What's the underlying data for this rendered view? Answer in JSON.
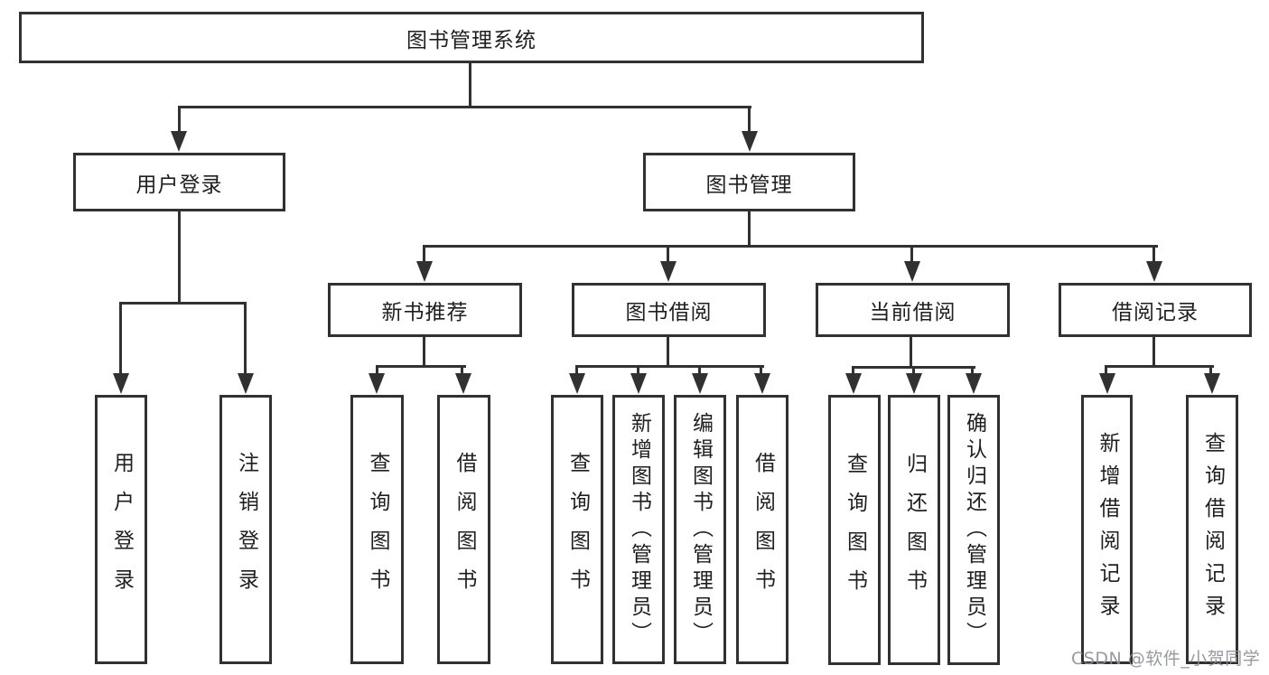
{
  "diagram": {
    "root": {
      "label": "图书管理系统"
    },
    "level1": [
      {
        "label": "用户登录"
      },
      {
        "label": "图书管理"
      }
    ],
    "level2": [
      {
        "parent": "图书管理",
        "label": "新书推荐"
      },
      {
        "parent": "图书管理",
        "label": "图书借阅"
      },
      {
        "parent": "图书管理",
        "label": "当前借阅"
      },
      {
        "parent": "图书管理",
        "label": "借阅记录"
      }
    ],
    "leaves": [
      {
        "parent": "用户登录",
        "label": "用户登录"
      },
      {
        "parent": "用户登录",
        "label": "注销登录"
      },
      {
        "parent": "新书推荐",
        "label": "查询图书"
      },
      {
        "parent": "新书推荐",
        "label": "借阅图书"
      },
      {
        "parent": "图书借阅",
        "label": "查询图书"
      },
      {
        "parent": "图书借阅",
        "label": "新增图书（管理员）"
      },
      {
        "parent": "图书借阅",
        "label": "编辑图书（管理员）"
      },
      {
        "parent": "图书借阅",
        "label": "借阅图书"
      },
      {
        "parent": "当前借阅",
        "label": "查询图书"
      },
      {
        "parent": "当前借阅",
        "label": "归还图书"
      },
      {
        "parent": "当前借阅",
        "label": "确认归还（管理员）"
      },
      {
        "parent": "借阅记录",
        "label": "新增借阅记录"
      },
      {
        "parent": "借阅记录",
        "label": "查询借阅记录"
      }
    ]
  },
  "watermark": {
    "text": "CSDN @软件_小贺同学"
  },
  "colors": {
    "line": "#313131",
    "box_border": "#313131",
    "text": "#1f1f1f",
    "watermark": "#8c8e96",
    "background": "#ffffff"
  }
}
